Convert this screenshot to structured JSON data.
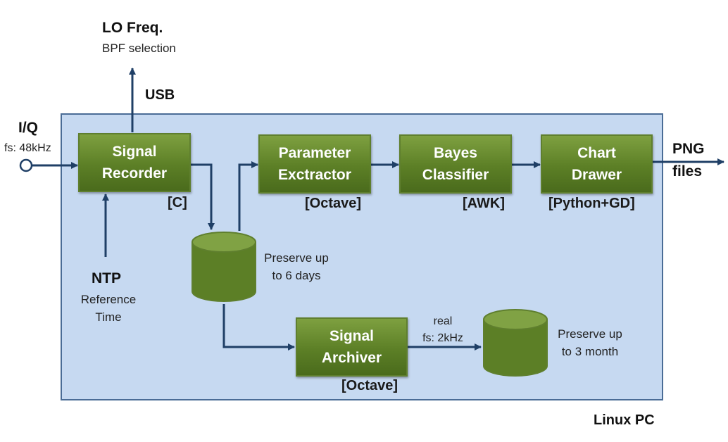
{
  "container": {
    "label": "Linux PC"
  },
  "input": {
    "name": "I/Q",
    "rate": "fs: 48kHz"
  },
  "lo": {
    "title": "LO Freq.",
    "subtitle": "BPF selection",
    "usb": "USB"
  },
  "ntp": {
    "title": "NTP",
    "line1": "Reference",
    "line2": "Time"
  },
  "blocks": {
    "recorder": {
      "line1": "Signal",
      "line2": "Recorder",
      "lang": "[C]"
    },
    "extractor": {
      "line1": "Parameter",
      "line2": "Exctractor",
      "lang": "[Octave]"
    },
    "classifier": {
      "line1": "Bayes",
      "line2": "Classifier",
      "lang": "[AWK]"
    },
    "drawer": {
      "line1": "Chart",
      "line2": "Drawer",
      "lang": "[Python+GD]"
    },
    "archiver": {
      "line1": "Signal",
      "line2": "Archiver",
      "lang": "[Octave]"
    }
  },
  "storage": {
    "short": {
      "line1": "Preserve up",
      "line2": "to 6 days"
    },
    "long": {
      "line1": "Preserve up",
      "line2": "to 3 month"
    }
  },
  "archive_signal": {
    "line1": "real",
    "line2": "fs: 2kHz"
  },
  "output": {
    "line1": "PNG",
    "line2": "files"
  },
  "colors": {
    "container_fill": "#c6d9f1",
    "container_border": "#4a6c96",
    "block_fill": "#5c7f26",
    "wire": "#1f3f66"
  }
}
